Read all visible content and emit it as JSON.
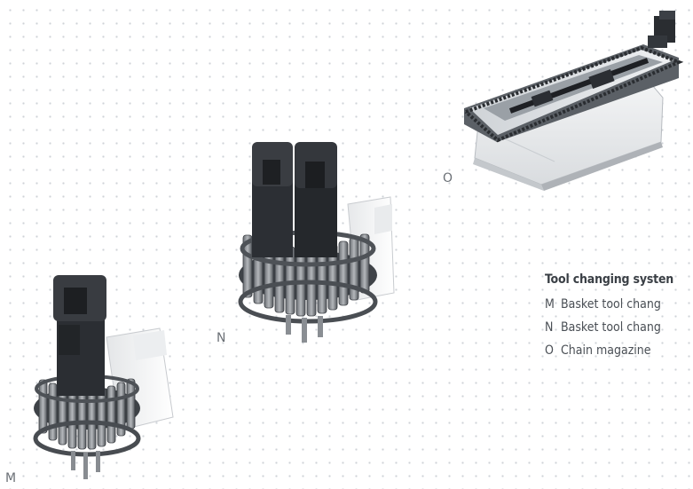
{
  "labels": {
    "m": "M",
    "n": "N",
    "o": "O"
  },
  "legend": {
    "title": "Tool changing systen",
    "items": [
      {
        "key": "M",
        "text": "Basket tool chang"
      },
      {
        "key": "N",
        "text": "Basket tool chang"
      },
      {
        "key": "O",
        "text": "Chain magazine"
      }
    ]
  },
  "icons": {
    "m": "basket-tool-changer-single-spindle-icon",
    "n": "basket-tool-changer-double-spindle-icon",
    "o": "chain-magazine-icon"
  }
}
